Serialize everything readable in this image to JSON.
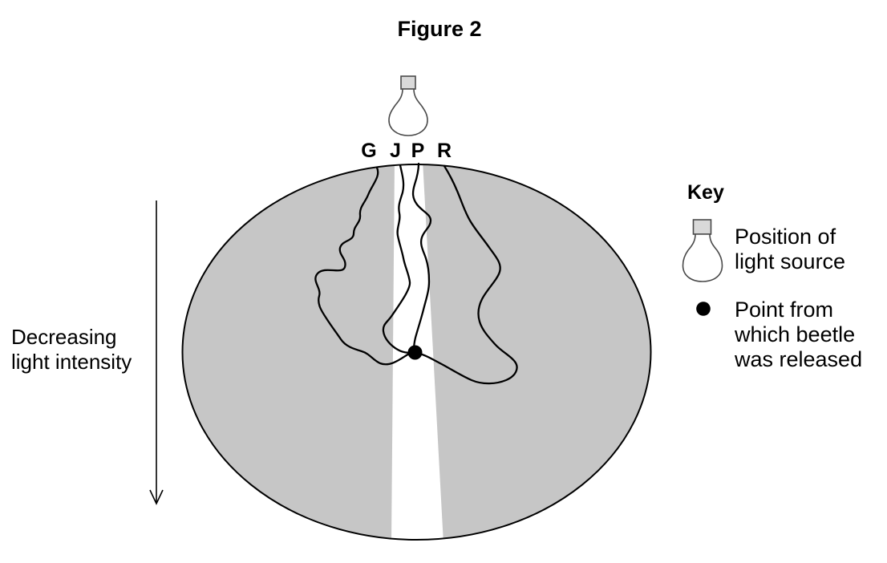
{
  "figure": {
    "title": "Figure 2"
  },
  "path_labels": [
    "G",
    "J",
    "P",
    "R"
  ],
  "left_annotation": {
    "label": "Decreasing light intensity"
  },
  "key": {
    "title": "Key",
    "items": [
      {
        "icon": "light-bulb-icon",
        "label": "Position of light source"
      },
      {
        "icon": "release-point-dot-icon",
        "label": "Point from which beetle was released"
      }
    ]
  },
  "colors": {
    "arena_shade": "#c6c6c6",
    "bulb_cap": "#d9d9d9",
    "line": "#000000",
    "background": "#ffffff"
  }
}
